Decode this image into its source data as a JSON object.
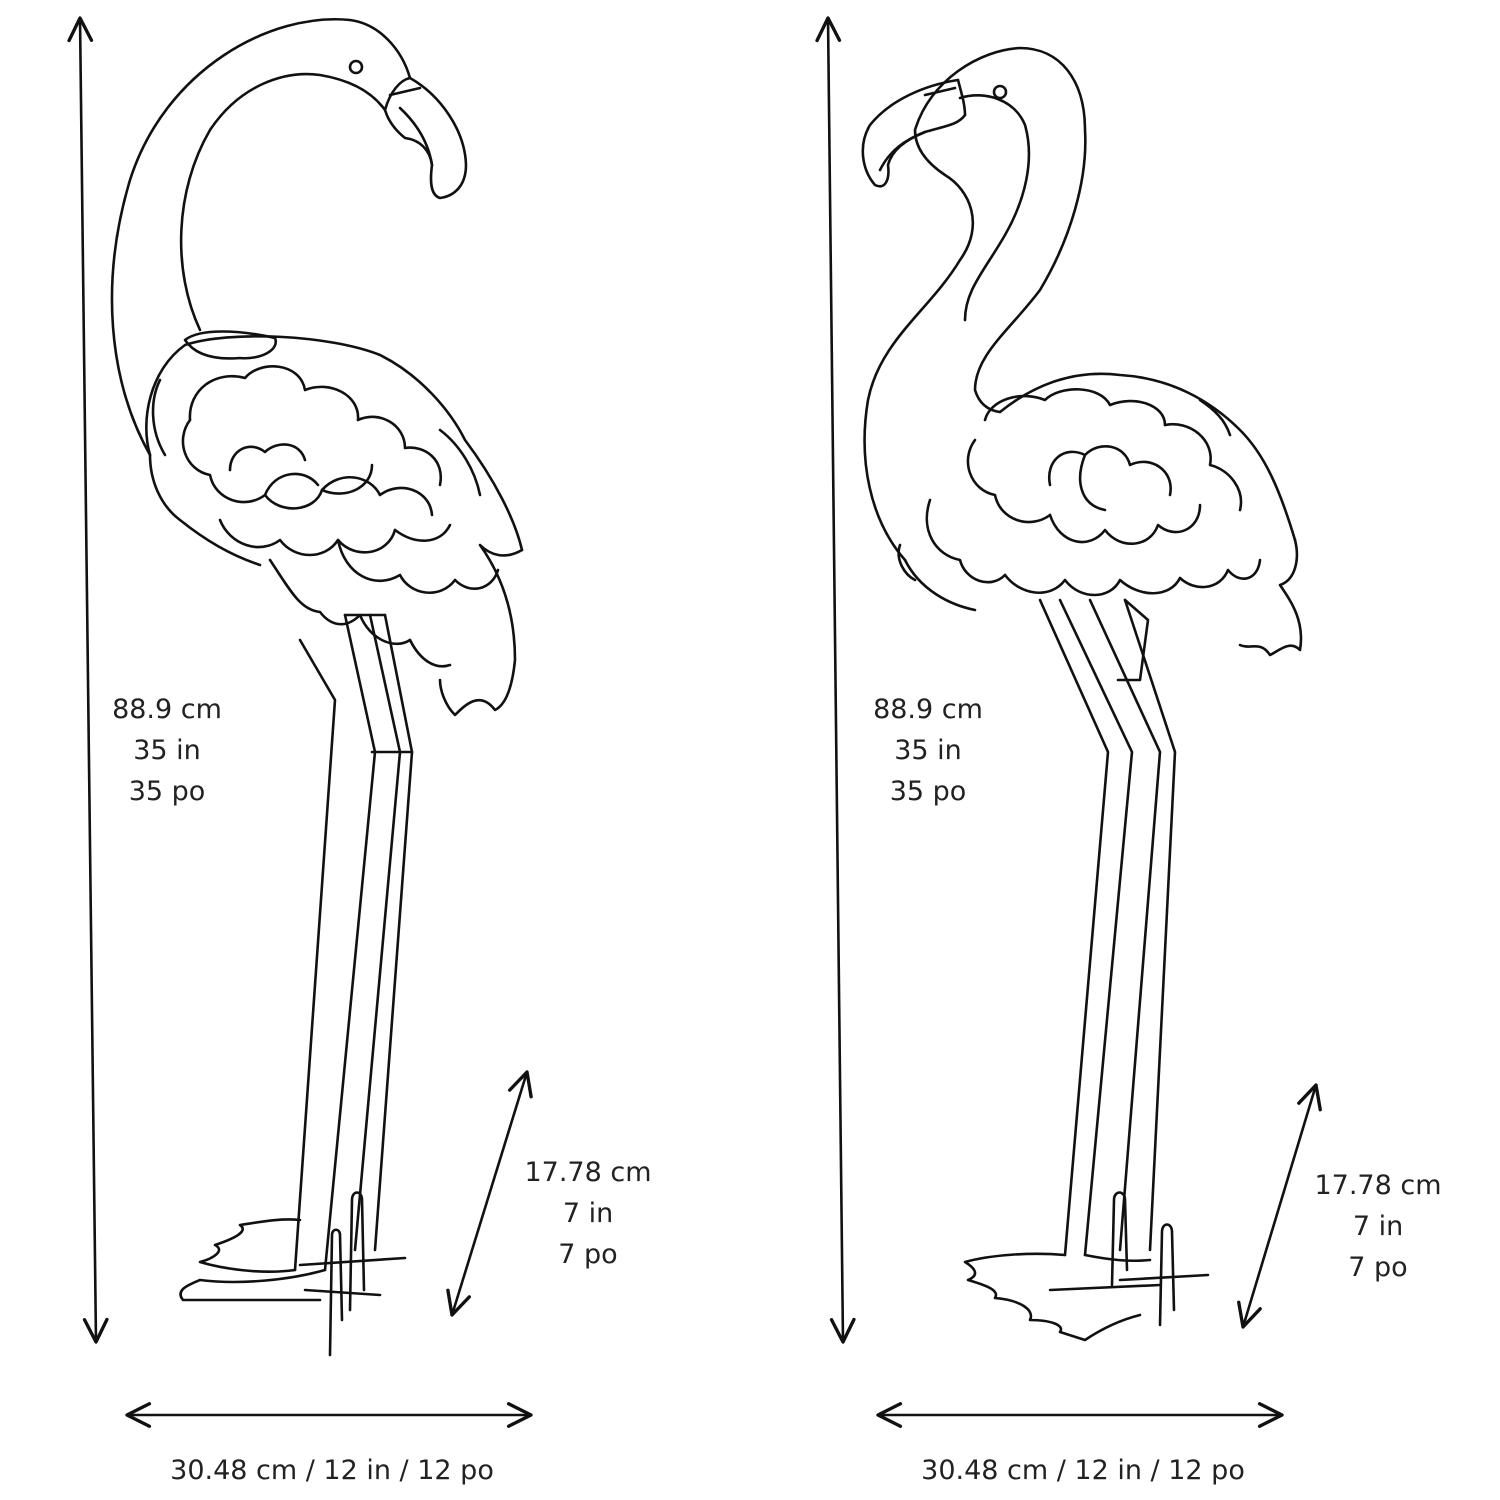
{
  "ink_color": "#111111",
  "figures": [
    {
      "name": "flamingo-left",
      "height": {
        "cm": "88.9 cm",
        "in": "35 in",
        "po": "35 po"
      },
      "stake": {
        "cm": "17.78 cm",
        "in": "7 in",
        "po": "7 po"
      },
      "width": "30.48 cm / 12 in / 12 po"
    },
    {
      "name": "flamingo-right",
      "height": {
        "cm": "88.9 cm",
        "in": "35 in",
        "po": "35 po"
      },
      "stake": {
        "cm": "17.78 cm",
        "in": "7 in",
        "po": "7 po"
      },
      "width": "30.48 cm / 12 in / 12 po"
    }
  ]
}
